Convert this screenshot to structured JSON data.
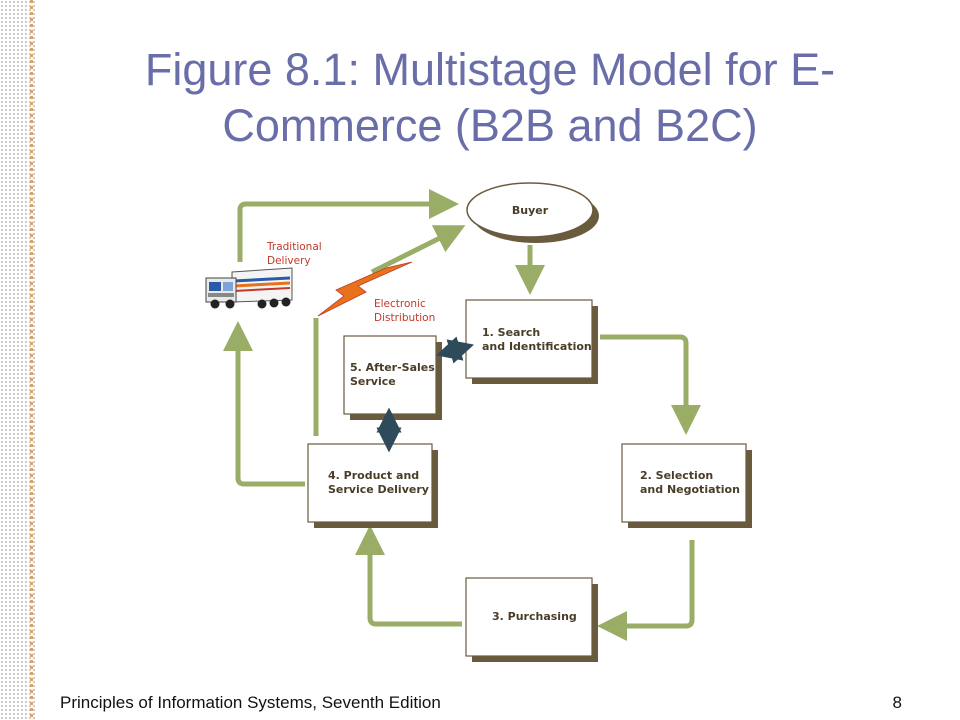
{
  "slide": {
    "title_line1": "Figure 8.1: Multistage Model for E-",
    "title_line2": "Commerce (B2B and B2C)",
    "footer": "Principles of Information Systems, Seventh Edition",
    "page_number": "8"
  },
  "diagram": {
    "buyer": "Buyer",
    "stage1": [
      "1. Search",
      "and Identification"
    ],
    "stage2": [
      "2. Selection",
      "and Negotiation"
    ],
    "stage3": "3. Purchasing",
    "stage4": [
      "4. Product and",
      "Service Delivery"
    ],
    "stage5": [
      "5. After-Sales",
      "Service"
    ],
    "traditional": [
      "Traditional",
      "Delivery"
    ],
    "electronic": [
      "Electronic",
      "Distribution"
    ]
  },
  "colors": {
    "title": "#6a6ea8",
    "arrow": "#9aad66",
    "box_shadow": "#6b5b3e",
    "box_text": "#4a3d28",
    "annotation": "#c0392b",
    "double_arrow": "#2f4a5a"
  }
}
